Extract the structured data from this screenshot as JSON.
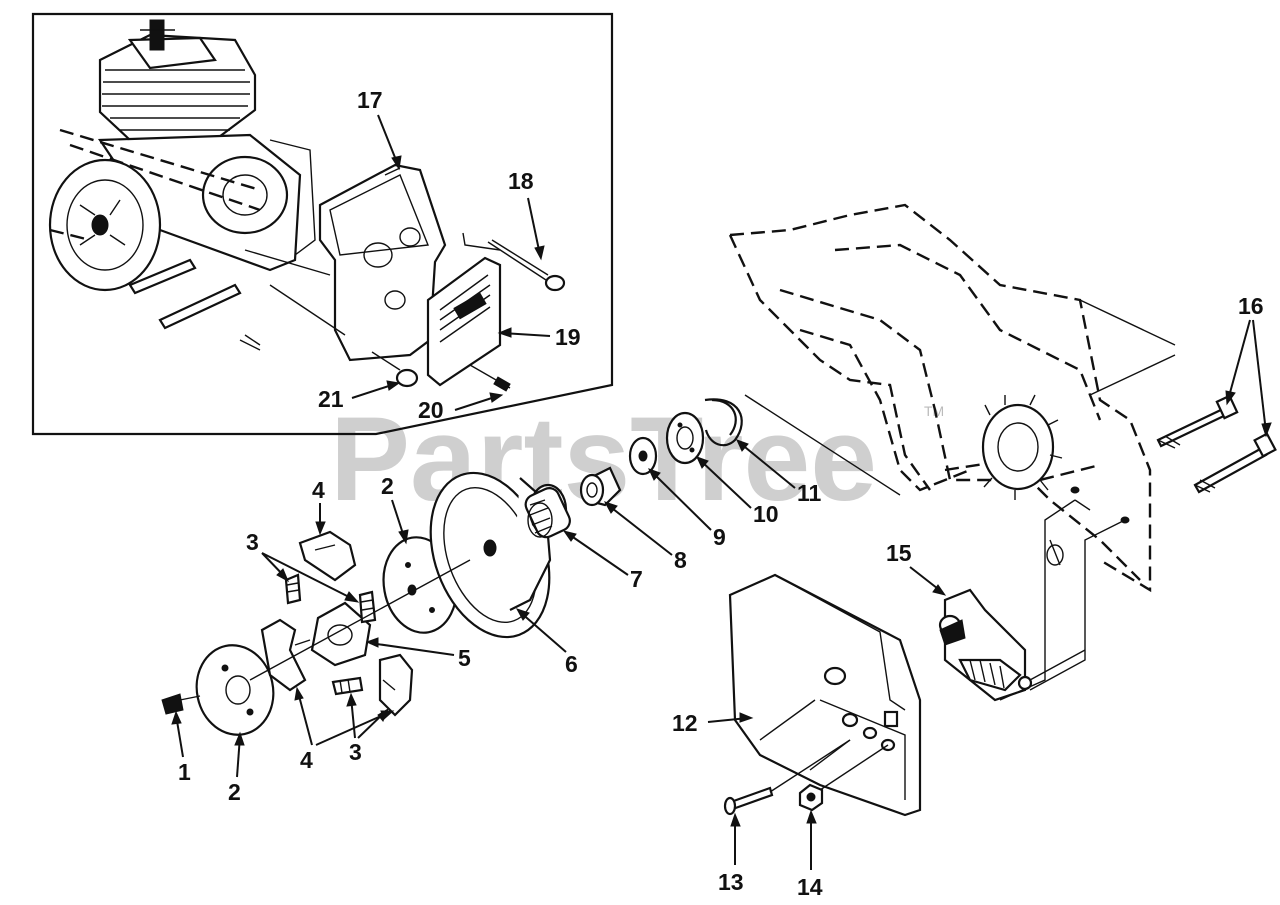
{
  "watermark": {
    "text": "PartsTree",
    "trademark": "TM"
  },
  "callouts": [
    {
      "id": "c1",
      "text": "1"
    },
    {
      "id": "c2a",
      "text": "2"
    },
    {
      "id": "c2b",
      "text": "2"
    },
    {
      "id": "c3a",
      "text": "3"
    },
    {
      "id": "c3b",
      "text": "3"
    },
    {
      "id": "c4a",
      "text": "4"
    },
    {
      "id": "c4b",
      "text": "4"
    },
    {
      "id": "c5",
      "text": "5"
    },
    {
      "id": "c6",
      "text": "6"
    },
    {
      "id": "c7",
      "text": "7"
    },
    {
      "id": "c8",
      "text": "8"
    },
    {
      "id": "c9",
      "text": "9"
    },
    {
      "id": "c10",
      "text": "10"
    },
    {
      "id": "c11",
      "text": "11"
    },
    {
      "id": "c12",
      "text": "12"
    },
    {
      "id": "c13",
      "text": "13"
    },
    {
      "id": "c14",
      "text": "14"
    },
    {
      "id": "c15",
      "text": "15"
    },
    {
      "id": "c16",
      "text": "16"
    },
    {
      "id": "c17",
      "text": "17"
    },
    {
      "id": "c18",
      "text": "18"
    },
    {
      "id": "c19",
      "text": "19"
    },
    {
      "id": "c20",
      "text": "20"
    },
    {
      "id": "c21",
      "text": "21"
    }
  ]
}
